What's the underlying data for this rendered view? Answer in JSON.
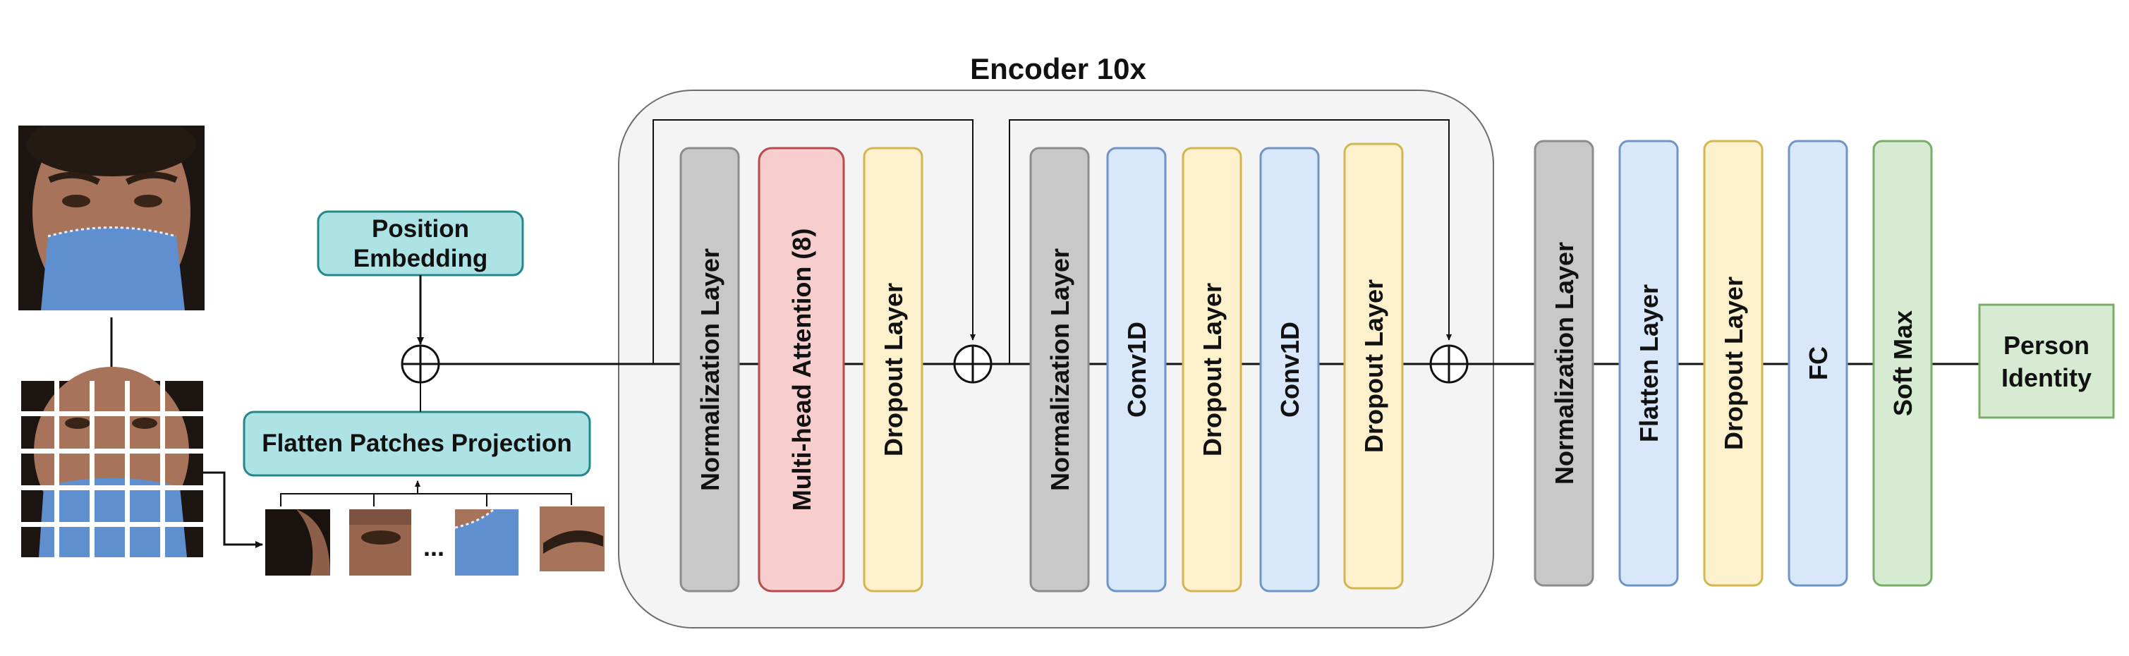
{
  "encoder": {
    "title": "Encoder 10x"
  },
  "position_embedding": {
    "line1": "Position",
    "line2": "Embedding"
  },
  "flatten_projection": {
    "label": "Flatten Patches Projection"
  },
  "patch_ellipsis": "...",
  "encoder_blocks": {
    "norm1": "Normalization Layer",
    "attention": "Multi-head Attention (8)",
    "dropout1": "Dropout Layer",
    "norm2": "Normalization Layer",
    "conv1": "Conv1D",
    "dropout2": "Dropout Layer",
    "conv2": "Conv1D",
    "dropout3": "Dropout Layer"
  },
  "head_blocks": {
    "norm": "Normalization Layer",
    "flatten": "Flatten Layer",
    "dropout": "Dropout Layer",
    "fc": "FC",
    "softmax": "Soft Max"
  },
  "output": {
    "line1": "Person",
    "line2": "Identity"
  },
  "colors": {
    "gray_fill": "#c8c8c8",
    "gray_stroke": "#8c8c8c",
    "red_fill": "#f7cdcd",
    "red_stroke": "#b84a4a",
    "yellow_fill": "#fdf0cc",
    "yellow_stroke": "#d4b650",
    "blue_fill": "#d9e7fb",
    "blue_stroke": "#6f94c6",
    "green_fill": "#d6ebd2",
    "green_stroke": "#78ad6a",
    "teal_fill": "#ade3e4",
    "teal_stroke": "#24888a",
    "encoder_bg": "#f4f4f4"
  }
}
